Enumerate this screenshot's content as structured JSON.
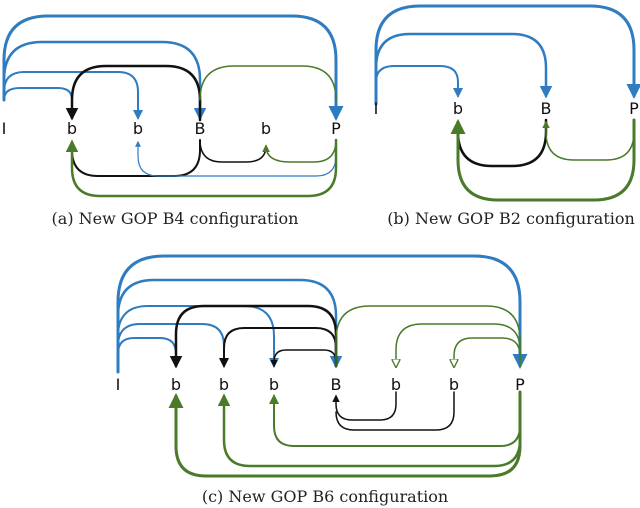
{
  "colors": {
    "blue": "#2f7cc0",
    "black": "#111111",
    "green": "#4a7a2a"
  },
  "figures": [
    {
      "caption": "(a) New GOP B4 configuration",
      "frames": [
        "I",
        "b",
        "b",
        "B",
        "b",
        "P"
      ]
    },
    {
      "caption": "(b) New GOP B2 configuration",
      "frames": [
        "I",
        "b",
        "B",
        "P"
      ]
    },
    {
      "caption": "(c) New GOP B6 configuration",
      "frames": [
        "I",
        "b",
        "b",
        "b",
        "B",
        "b",
        "b",
        "P"
      ]
    }
  ]
}
